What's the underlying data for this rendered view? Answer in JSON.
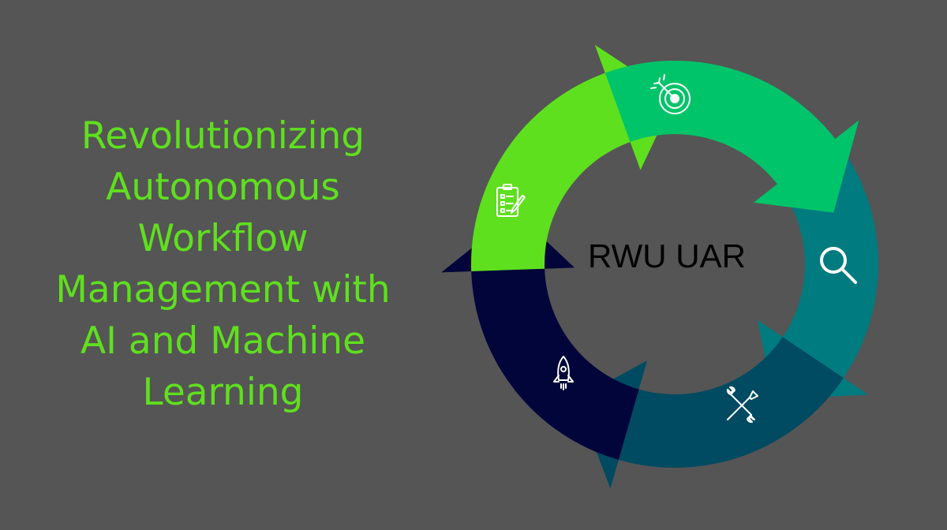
{
  "headline": {
    "lines": [
      "Revolutionizing",
      "Autonomous",
      "Workflow",
      "Management with",
      "AI and Machine",
      "Learning"
    ]
  },
  "cycle": {
    "center_label": "RWU UAR",
    "segments": [
      {
        "name": "target",
        "color": "#00c469",
        "icon": "target-icon"
      },
      {
        "name": "search",
        "color": "#007b80",
        "icon": "magnifier-icon"
      },
      {
        "name": "tools",
        "color": "#004a62",
        "icon": "tools-icon"
      },
      {
        "name": "rocket",
        "color": "#01053a",
        "icon": "rocket-icon"
      },
      {
        "name": "clipboard",
        "color": "#5fe01e",
        "icon": "clipboard-icon"
      }
    ]
  }
}
